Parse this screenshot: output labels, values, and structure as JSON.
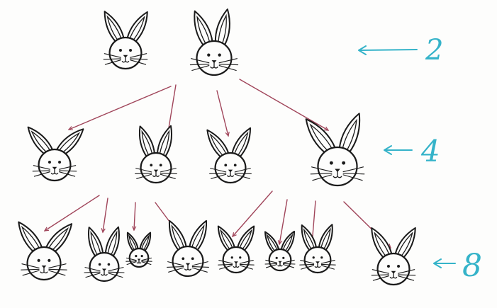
{
  "diagram": {
    "levels": [
      {
        "id": "level-1",
        "bunnies": 2,
        "label": "2"
      },
      {
        "id": "level-2",
        "bunnies": 4,
        "label": "4"
      },
      {
        "id": "level-3",
        "bunnies": 8,
        "label": "8"
      }
    ],
    "colors": {
      "ink": "#1a1a1a",
      "branch": "#a0455a",
      "arrow": "#35b3c9"
    },
    "icons": [
      "rabbit-head-icon",
      "arrow-left-icon"
    ]
  }
}
